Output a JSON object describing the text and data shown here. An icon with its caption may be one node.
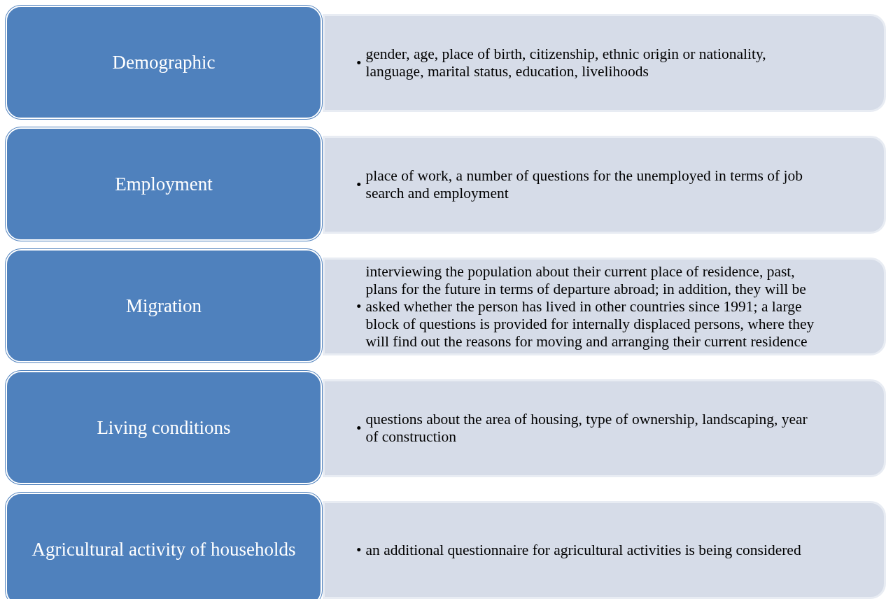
{
  "diagram": {
    "nodes": [
      {
        "text": [
          "Demographic"
        ]
      },
      {
        "text": [
          "•",
          "gender, age, place of birth, citizenship, ethnic origin or nationality, language, marital status, education, livelihoods"
        ]
      },
      {
        "text": [
          "Employment"
        ]
      },
      {
        "text": [
          "•",
          "place of work, a number of questions for the unemployed in terms of job search and employment"
        ]
      },
      {
        "text": [
          "Migration"
        ]
      },
      {
        "text": [
          "•",
          "interviewing the population about their current place of residence, past, plans for the future in terms of departure abroad; in addition, they will be asked whether the person has lived in other countries since 1991; a large block of questions is provided for internally displaced persons, where they will find out the reasons for moving and arranging their current residence"
        ]
      },
      {
        "text": [
          "Living conditions"
        ]
      },
      {
        "text": [
          "•",
          "questions about the area of housing, type of ownership, landscaping, year of construction"
        ]
      },
      {
        "text": [
          "Agricultural activity of households"
        ]
      },
      {
        "text": [
          "•",
          "an additional questionnaire for agricultural activities is being considered"
        ]
      }
    ]
  }
}
